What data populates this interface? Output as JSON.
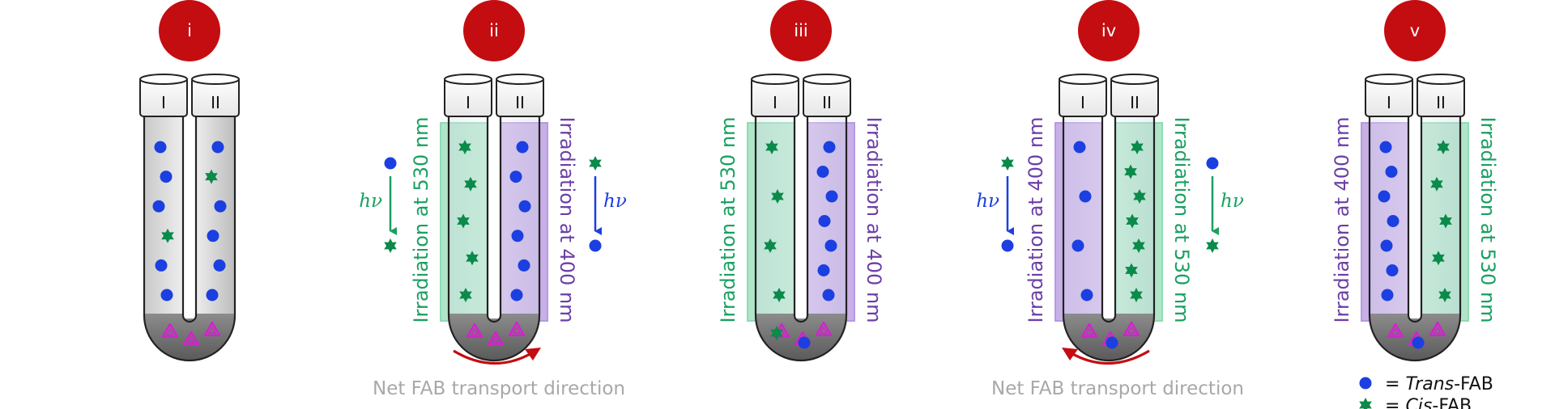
{
  "colors": {
    "badge_red": "#c40d10",
    "green": "#19a060",
    "green_fill": "#6fcf9c",
    "purple": "#6b3fa6",
    "purple_fill": "#9b6fd3",
    "blue_trans": "#1b3fe0",
    "green_cis": "#0b8a4a",
    "magenta": "#d61fd0",
    "hv_blue": "#1b3fe0",
    "arrow_red": "#c40d10",
    "caption_gray": "#a8a8a8"
  },
  "panels": [
    {
      "id": "i",
      "badge": "i",
      "caps": [
        "I",
        "II"
      ],
      "band_left": "none",
      "band_right": "none",
      "side_left_label": "",
      "side_right_label": ""
    },
    {
      "id": "ii",
      "badge": "ii",
      "caps": [
        "I",
        "II"
      ],
      "band_left": "green",
      "band_right": "purple",
      "side_left_label": "Irradiation at 530 nm",
      "side_right_label": "Irradiation at 400 nm"
    },
    {
      "id": "iii",
      "badge": "iii",
      "caps": [
        "I",
        "II"
      ],
      "band_left": "green",
      "band_right": "purple",
      "side_left_label": "Irradiation at 530 nm",
      "side_right_label": "Irradiation at 400 nm"
    },
    {
      "id": "iv",
      "badge": "iv",
      "caps": [
        "I",
        "II"
      ],
      "band_left": "purple",
      "band_right": "green",
      "side_left_label": "Irradiation at 400 nm",
      "side_right_label": "Irradiation at 530 nm"
    },
    {
      "id": "v",
      "badge": "v",
      "caps": [
        "I",
        "II"
      ],
      "band_left": "purple",
      "band_right": "green",
      "side_left_label": "Irradiation at 400 nm",
      "side_right_label": "Irradiation at 530 nm"
    }
  ],
  "photo_arrows": [
    {
      "symbol": "hν",
      "from": "trans",
      "to": "cis",
      "color": "green"
    },
    {
      "symbol": "hν",
      "from": "cis",
      "to": "trans",
      "color": "blue"
    },
    {
      "symbol": "hν",
      "from": "cis",
      "to": "trans",
      "color": "blue"
    },
    {
      "symbol": "hν",
      "from": "trans",
      "to": "cis",
      "color": "green"
    }
  ],
  "transport_captions": [
    {
      "text": "Net FAB transport direction",
      "direction": "left-to-right"
    },
    {
      "text": "Net FAB transport direction",
      "direction": "right-to-left"
    }
  ],
  "legend": [
    {
      "symbol": "blue-circle",
      "eq": "= ",
      "name_italic": "Trans",
      "name_rest": "-FAB"
    },
    {
      "symbol": "green-star",
      "eq": "= ",
      "name_italic": "Cis",
      "name_rest": "-FAB"
    }
  ],
  "tube_contents": [
    {
      "left": [
        "trans",
        "trans",
        "trans",
        "cis",
        "trans",
        "trans"
      ],
      "right": [
        "trans",
        "cis",
        "trans",
        "trans",
        "trans",
        "trans"
      ]
    },
    {
      "left": [
        "cis",
        "cis",
        "cis",
        "cis",
        "cis"
      ],
      "right": [
        "trans",
        "trans",
        "trans",
        "trans",
        "trans",
        "trans"
      ]
    },
    {
      "left": [
        "cis",
        "cis",
        "cis",
        "cis"
      ],
      "right": [
        "trans",
        "trans",
        "trans",
        "trans",
        "trans",
        "trans",
        "trans"
      ]
    },
    {
      "left": [
        "trans",
        "trans",
        "trans",
        "trans"
      ],
      "right": [
        "cis",
        "cis",
        "cis",
        "cis",
        "cis",
        "cis",
        "cis"
      ]
    },
    {
      "left": [
        "trans",
        "trans",
        "trans",
        "trans",
        "trans",
        "trans",
        "trans"
      ],
      "right": [
        "cis",
        "cis",
        "cis",
        "cis",
        "cis"
      ]
    }
  ]
}
